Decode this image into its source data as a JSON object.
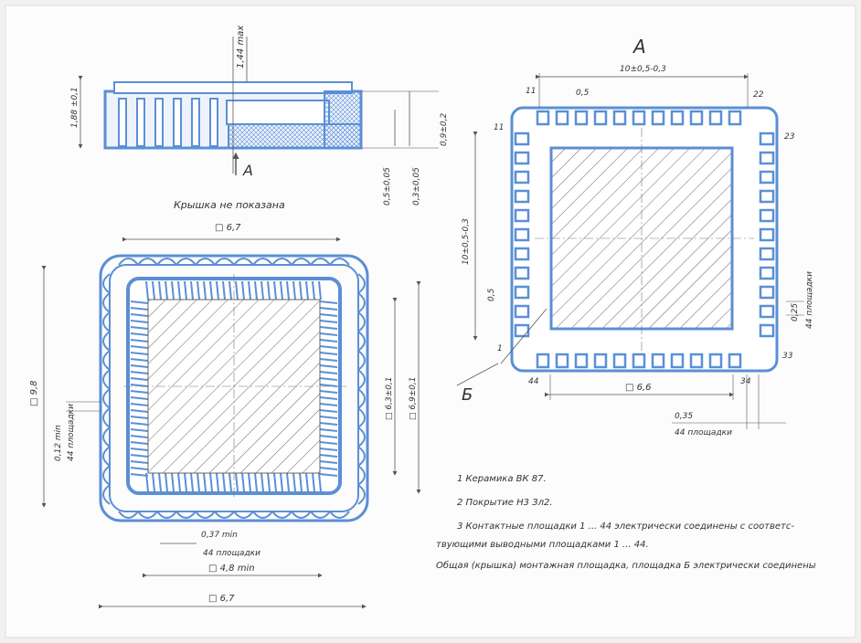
{
  "view_a_label": "А",
  "arrow_label": "А",
  "side_caption": "Крышка не показана",
  "side_dims": {
    "height_total": "1,44 max",
    "height_left": "1,88 ±0,1",
    "depth_right": "0,9±0,2",
    "step_a": "0,5±0,05",
    "step_b": "0,3±0,05"
  },
  "plan_dims": {
    "top": "□ 6,7",
    "left": "□ 9,8",
    "pitch": "0,12 min",
    "pads": "44 площадки",
    "inner_a": "□ 6,3±0,1",
    "inner_b": "□ 6,9±0,1",
    "pad_width": "0,37 min",
    "pads_bottom": "44 площадки",
    "bottom_1": "□ 4,8 min",
    "bottom_2": "□ 6,7"
  },
  "view_dims": {
    "top_span": "10±0,5-0,3",
    "pitch_top": "0,5",
    "left_span": "10±0,5-0,3",
    "top_left_num": "11",
    "top_right_num": "22",
    "right_top_num": "23",
    "left_top_num": "11",
    "left_pitch": "0,5",
    "left_bottom_num": "1",
    "bottom_left_num": "44",
    "bottom_right_num": "34",
    "right_bottom_num": "33",
    "bottom_center": "□ 6,6",
    "right_pitch": "0,25",
    "right_pads": "44 площадки",
    "bottom_pitch": "0,35",
    "bottom_pads": "44 площадки",
    "callout": "Б"
  },
  "notes": [
    "1 Керамика ВК 87.",
    "2 Покрытие Н3 Зл2.",
    "3 Контактные площадки 1 ... 44 электрически соединены с соответс-",
    "твующими выводными площадками 1 ... 44.",
    "Общая (крышка) монтажная площадка, площадка Б электрически соединены"
  ],
  "colors": {
    "ink": "#5b8fd6",
    "ink_dark": "#2e5fae",
    "fill": "#cfdcf1",
    "line": "#555555"
  }
}
